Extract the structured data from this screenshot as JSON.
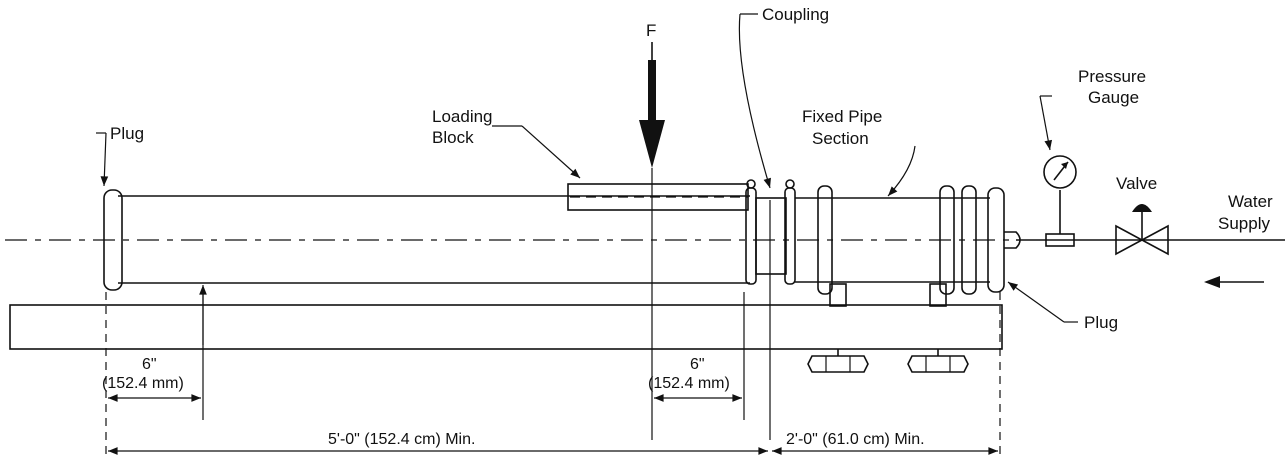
{
  "labels": {
    "force": "F",
    "coupling": "Coupling",
    "pressure_gauge_line1": "Pressure",
    "pressure_gauge_line2": "Gauge",
    "plug_left": "Plug",
    "loading_block_line1": "Loading",
    "loading_block_line2": "Block",
    "fixed_pipe_line1": "Fixed Pipe",
    "fixed_pipe_line2": "Section",
    "valve": "Valve",
    "water_supply_line1": "Water",
    "water_supply_line2": "Supply",
    "plug_right": "Plug"
  },
  "dimensions": {
    "left_inch": "6\"",
    "left_mm": "(152.4 mm)",
    "right_inch": "6\"",
    "right_mm": "(152.4 mm)",
    "span_long": "5'-0\"  (152.4 cm) Min.",
    "span_short": "2'-0\"  (61.0 cm) Min."
  }
}
